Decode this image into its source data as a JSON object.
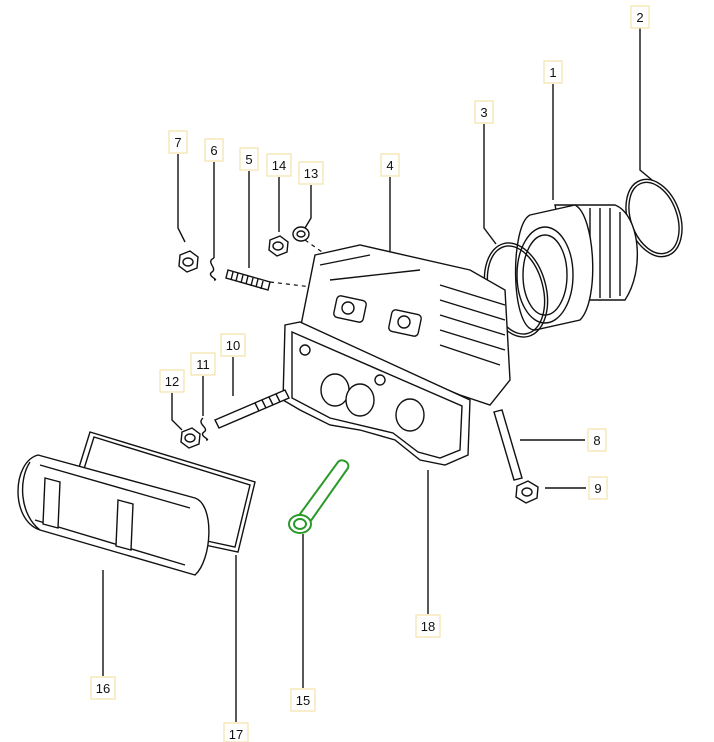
{
  "diagram": {
    "title": "",
    "highlighted_part": "15",
    "highlight_color": "#2a9a2a",
    "labels": {
      "p1": "1",
      "p2": "2",
      "p3": "3",
      "p4": "4",
      "p5": "5",
      "p6": "6",
      "p7": "7",
      "p8": "8",
      "p9": "9",
      "p10": "10",
      "p11": "11",
      "p12": "12",
      "p13": "13",
      "p14": "14",
      "p15": "15",
      "p16": "16",
      "p17": "17",
      "p18": "18"
    }
  }
}
